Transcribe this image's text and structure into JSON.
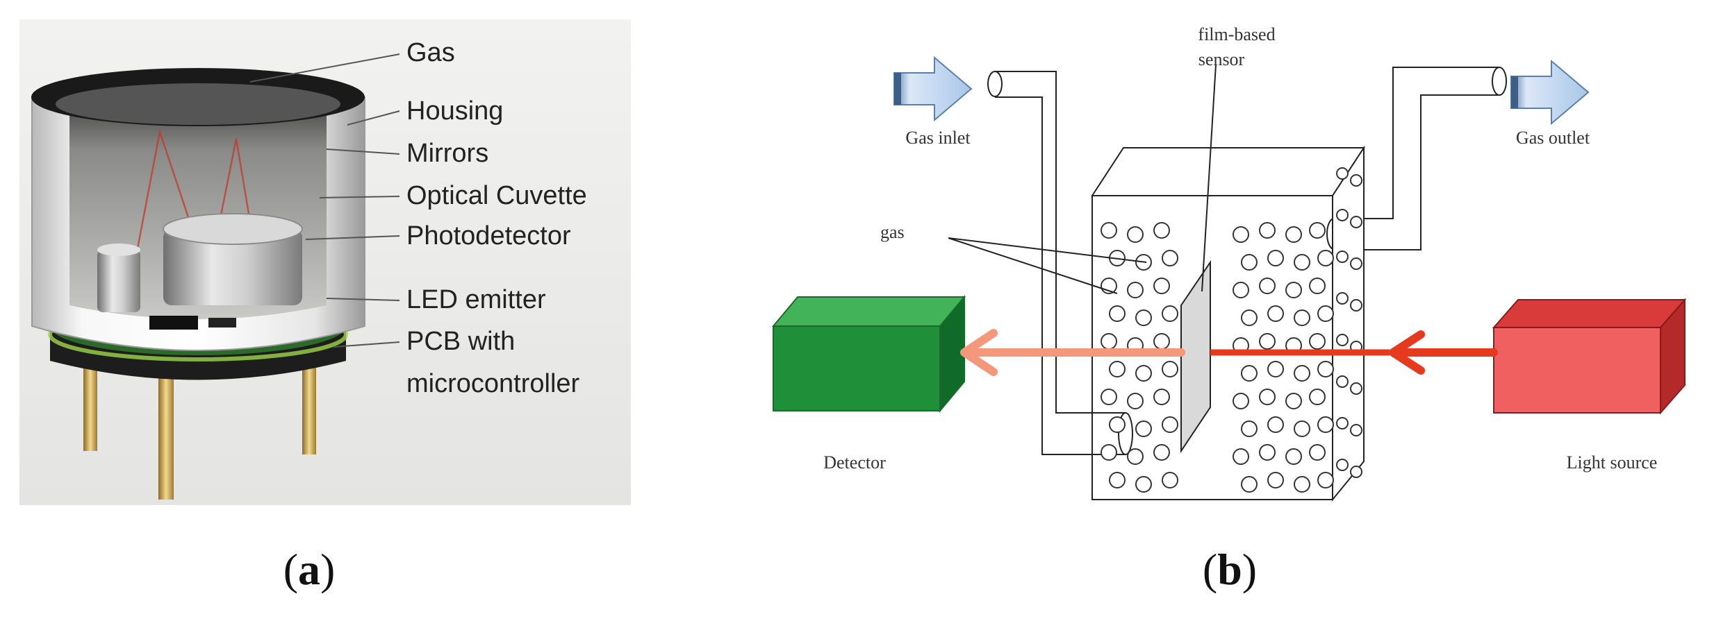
{
  "panel_a": {
    "labels": [
      "Gas",
      "Housing",
      "Mirrors",
      "Optical Cuvette",
      "Photodetector",
      "LED emitter",
      "PCB with",
      "microcontroller"
    ],
    "caption_letter": "a"
  },
  "panel_b": {
    "labels": {
      "film_sensor_1": "film-based",
      "film_sensor_2": "sensor",
      "gas_inlet": "Gas inlet",
      "gas_outlet": "Gas outlet",
      "gas": "gas",
      "detector": "Detector",
      "light_source": "Light source"
    },
    "caption_letter": "b"
  },
  "colors": {
    "detector_box": "#1f8f3a",
    "light_box": "#e53b3b",
    "beam_in": "#e63a1f",
    "beam_out": "#f4977a",
    "flow_arrow": "#b9d3ef"
  }
}
